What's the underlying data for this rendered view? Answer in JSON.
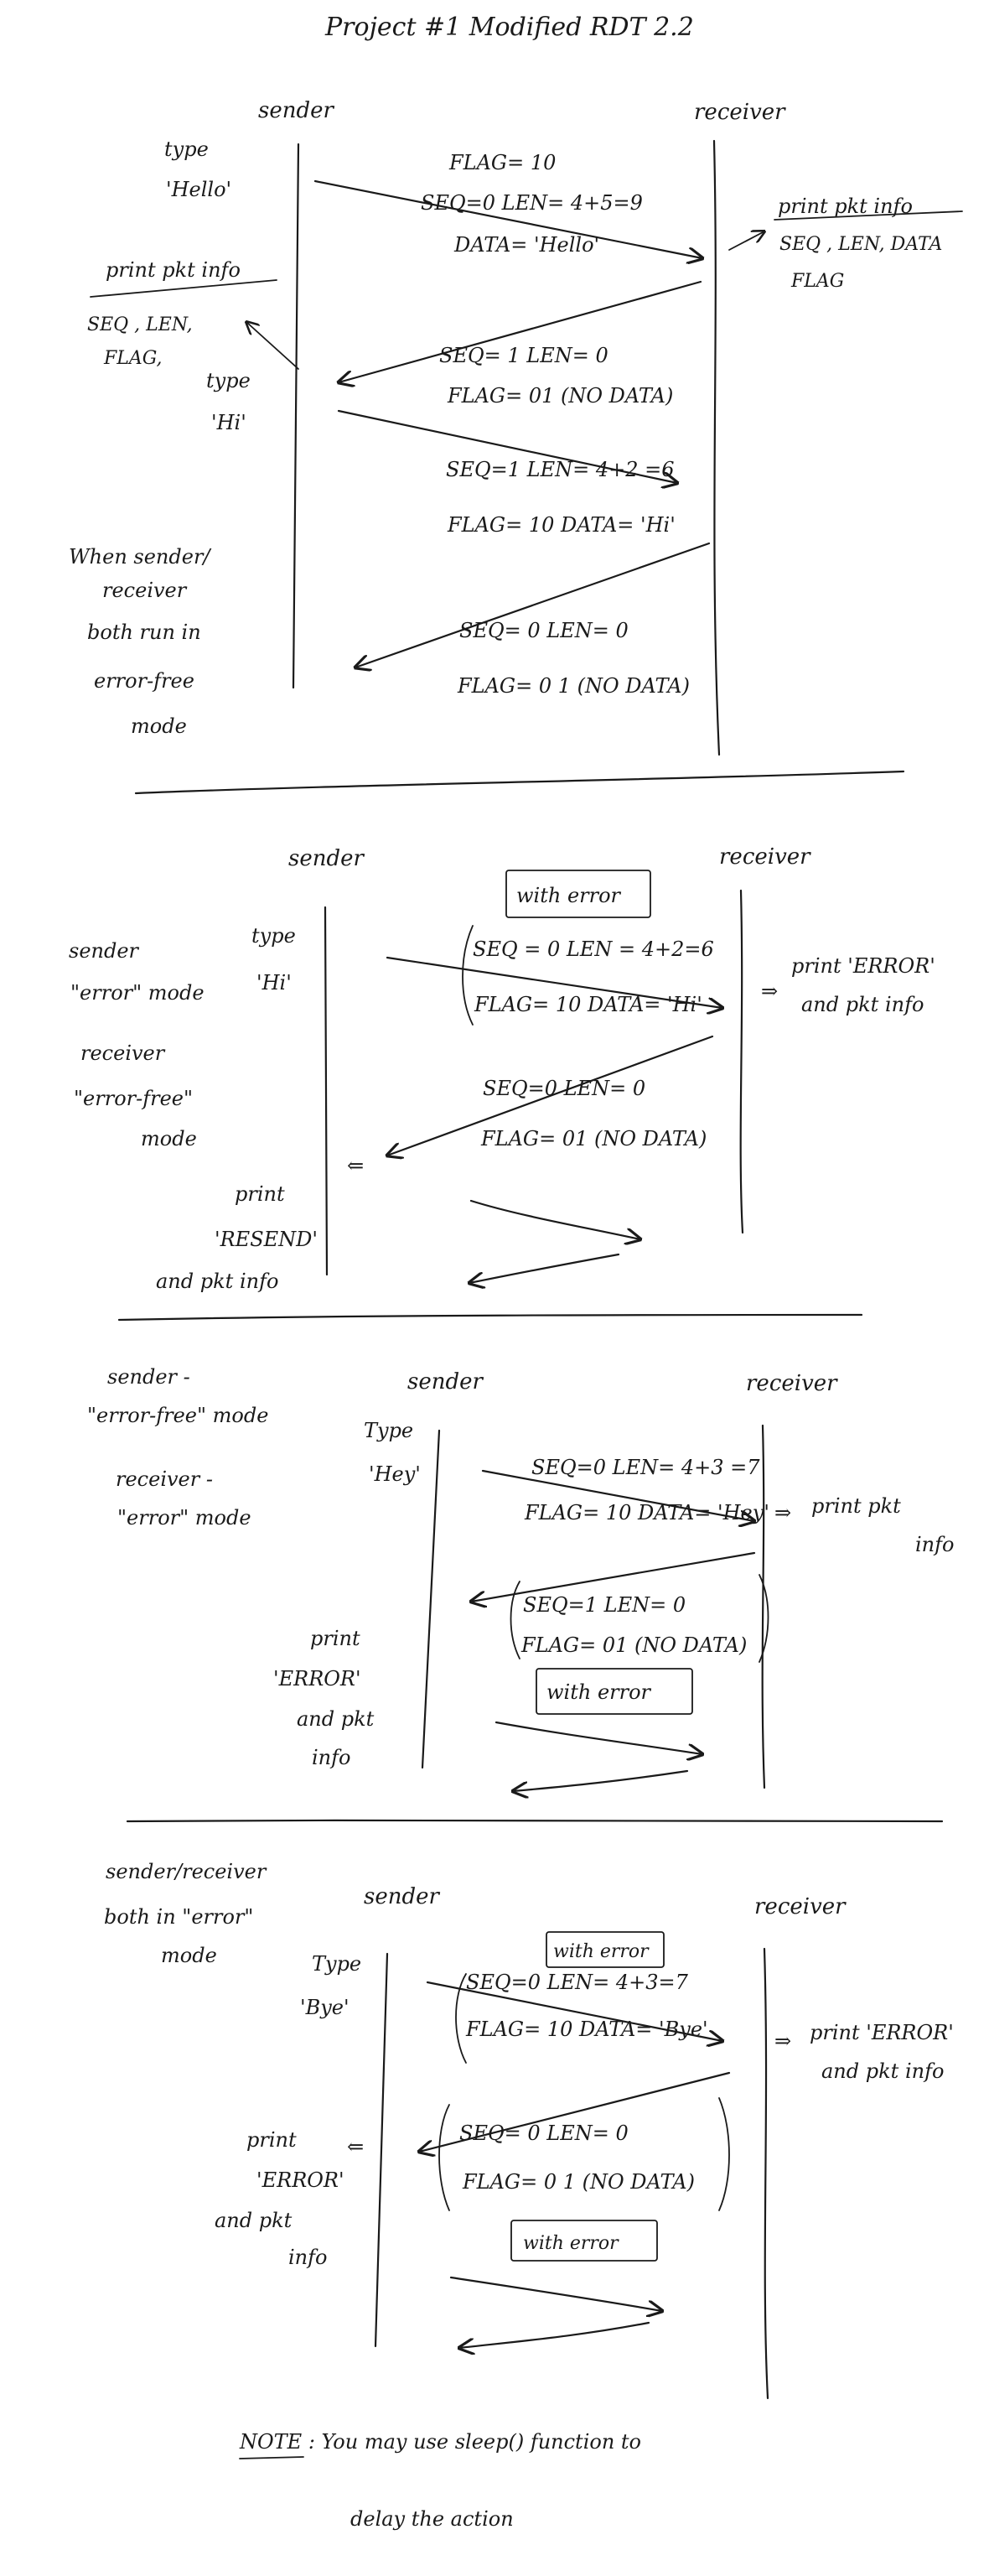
{
  "title": "Project #1   Modified   RDT 2.2",
  "labels": {
    "sender": "sender",
    "receiver": "receiver"
  },
  "scenario1": {
    "type_note": [
      "type",
      "'Hello'"
    ],
    "pkt1": [
      "FLAG= 10",
      "SEQ=0    LEN= 4+5=9",
      "DATA= 'Hello'"
    ],
    "recv_print": [
      "print  pkt info",
      "SEQ , LEN, DATA",
      "FLAG"
    ],
    "send_print": [
      "print  pkt info",
      "SEQ , LEN,",
      "FLAG,"
    ],
    "ack1": [
      "SEQ= 1     LEN= 0",
      "FLAG= 01   (NO DATA)"
    ],
    "type_note2": [
      "type",
      "'Hi'"
    ],
    "pkt2": [
      "SEQ=1         LEN= 4+2 =6",
      "FLAG= 10      DATA= 'Hi'"
    ],
    "ack2": [
      "SEQ= 0       LEN= 0",
      "FLAG= 0 1    (NO DATA)"
    ],
    "mode_note": [
      "When sender/",
      "receiver",
      "both run in",
      "error-free",
      "mode"
    ]
  },
  "scenario2": {
    "mode_note": [
      "sender",
      "\"error\" mode",
      "receiver",
      "\"error-free\"",
      "mode"
    ],
    "type_note": [
      "type",
      "'Hi'"
    ],
    "tag": "with error",
    "pkt": [
      "SEQ = 0     LEN = 4+2=6",
      "FLAG= 10      DATA= 'Hi'"
    ],
    "recv_print": [
      "print 'ERROR'",
      "and   pkt info"
    ],
    "ack": [
      "SEQ=0         LEN= 0",
      "FLAG= 01    (NO DATA)"
    ],
    "send_print": [
      "print",
      "'RESEND'",
      "and pkt info"
    ]
  },
  "scenario3": {
    "mode_note": [
      "sender -",
      "\"error-free\" mode",
      "receiver -",
      "\"error\" mode"
    ],
    "type_note": [
      "Type",
      "'Hey'"
    ],
    "pkt": [
      "SEQ=0    LEN= 4+3 =7",
      "FLAG= 10       DATA= 'Hey'"
    ],
    "recv_print": [
      "print    pkt",
      "info"
    ],
    "ack": [
      "SEQ=1        LEN= 0",
      "FLAG= 01   (NO DATA)"
    ],
    "tag": "with error",
    "send_print": [
      "print",
      "'ERROR'",
      "and pkt",
      "info"
    ]
  },
  "scenario4": {
    "mode_note": [
      "sender/receiver",
      "both in \"error\"",
      "mode"
    ],
    "tag1": "with error",
    "type_note": [
      "Type",
      "'Bye'"
    ],
    "pkt": [
      "SEQ=0         LEN= 4+3=7",
      "FLAG= 10          DATA= 'Bye'"
    ],
    "recv_print": [
      "print 'ERROR'",
      "and   pkt info"
    ],
    "ack": [
      "SEQ= 0        LEN= 0",
      "FLAG= 0 1  (NO DATA)"
    ],
    "tag2": "with error",
    "send_print": [
      "print",
      "'ERROR'",
      "and  pkt",
      "info"
    ]
  },
  "note": [
    "NOTE :  You  may  use    sleep()   function  to",
    "delay  the  action"
  ]
}
